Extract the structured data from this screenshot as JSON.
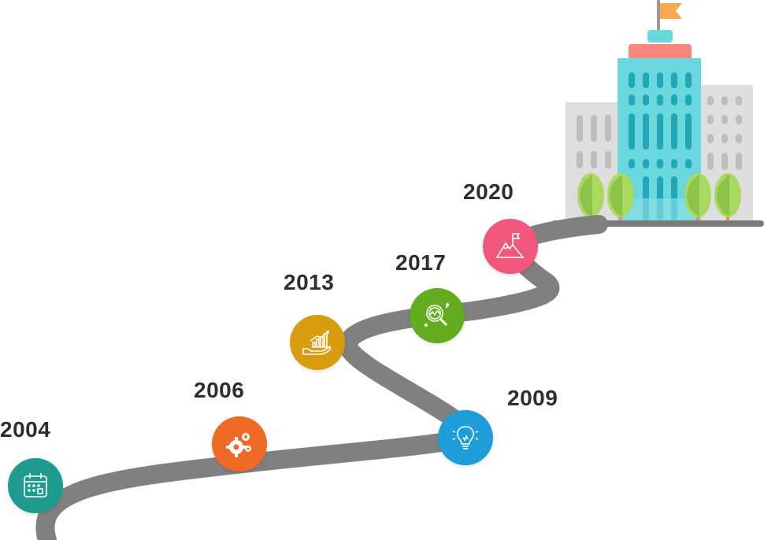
{
  "timeline": {
    "milestones": [
      {
        "year": "2004",
        "icon": "calendar-icon",
        "color": "#1f9a8f"
      },
      {
        "year": "2006",
        "icon": "gears-icon",
        "color": "#f06a25"
      },
      {
        "year": "2009",
        "icon": "lightbulb-icon",
        "color": "#1e9ed8"
      },
      {
        "year": "2013",
        "icon": "hand-growth-chart-icon",
        "color": "#d89c0f"
      },
      {
        "year": "2017",
        "icon": "magnifier-analytics-icon",
        "color": "#63ac1f"
      },
      {
        "year": "2020",
        "icon": "mountain-flag-icon",
        "color": "#f0577a"
      }
    ]
  },
  "colors": {
    "road": "#808080",
    "building_main": "#6ad6dd",
    "building_side": "#d8d8d8",
    "roof": "#f7877a",
    "flag": "#f7a94e",
    "tree": "#a9d95e"
  }
}
